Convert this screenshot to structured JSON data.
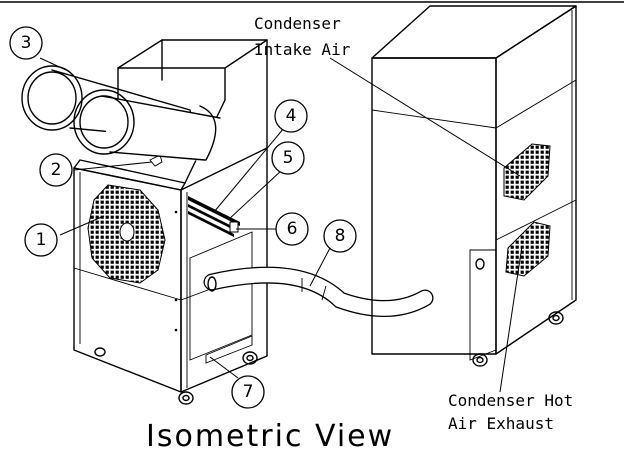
{
  "diagram": {
    "title": "Isometric View",
    "labels": {
      "condenser_intake_line1": "Condenser",
      "condenser_intake_line2": "Intake Air",
      "condenser_exhaust_line1": "Condenser Hot",
      "condenser_exhaust_line2": "Air Exhaust"
    },
    "callouts": [
      "1",
      "2",
      "3",
      "4",
      "5",
      "6",
      "7",
      "8"
    ]
  }
}
